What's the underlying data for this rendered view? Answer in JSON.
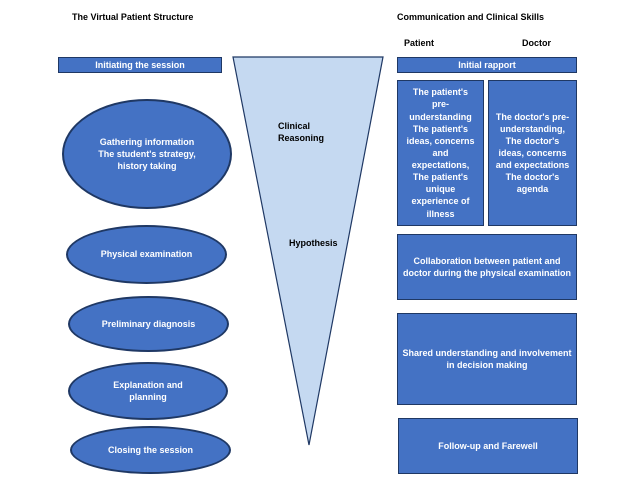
{
  "left_title": "The Virtual Patient Structure",
  "right_title": "Communication and Clinical Skills",
  "col_patient": "Patient",
  "col_doctor": "Doctor",
  "left": {
    "initiating": "Initiating the session",
    "gathering": "Gathering information\nThe student's strategy,\nhistory taking",
    "physical": "Physical examination",
    "preliminary": "Preliminary diagnosis",
    "explanation": "Explanation and\nplanning",
    "closing": "Closing the session"
  },
  "center": {
    "clinical_reasoning": "Clinical\nReasoning",
    "hypothesis": "Hypothesis"
  },
  "right": {
    "initial_rapport": "Initial rapport",
    "patient_box": "The  patient's\npre-\nunderstanding\nThe patient's\nideas, concerns\nand\nexpectations,\nThe patient's\nunique\nexperience of\nillness",
    "doctor_box": "The doctor's pre-\nunderstanding,\nThe doctor's\nideas, concerns\nand expectations\nThe doctor's\nagenda",
    "collaboration": "Collaboration between patient and\ndoctor during the physical examination",
    "shared": "Shared understanding and involvement\nin  decision making",
    "followup": "Follow-up and Farewell"
  },
  "colors": {
    "fill": "#4472c4",
    "border": "#1f3864",
    "triangle": "#c5d9f1"
  }
}
